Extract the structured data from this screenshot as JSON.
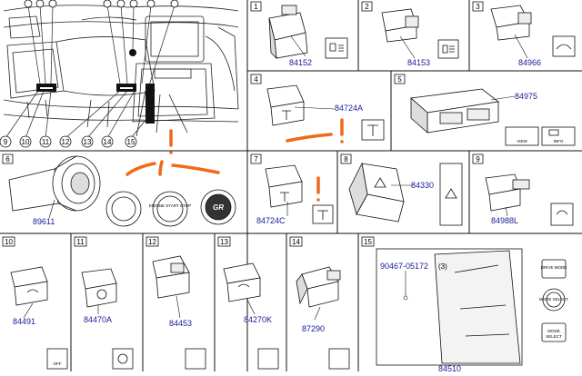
{
  "diagram": {
    "callouts": [
      {
        "id": "c1",
        "label": "1"
      },
      {
        "id": "c2",
        "label": "2"
      },
      {
        "id": "c3",
        "label": "3"
      },
      {
        "id": "c4",
        "label": "4"
      },
      {
        "id": "c5",
        "label": "5"
      },
      {
        "id": "c6",
        "label": "6"
      },
      {
        "id": "c7",
        "label": "7"
      },
      {
        "id": "c8",
        "label": "8"
      },
      {
        "id": "c9",
        "label": "9"
      },
      {
        "id": "c10",
        "label": "10"
      },
      {
        "id": "c11",
        "label": "11"
      },
      {
        "id": "c12",
        "label": "12"
      },
      {
        "id": "c13",
        "label": "13"
      },
      {
        "id": "c14",
        "label": "14"
      },
      {
        "id": "c15",
        "label": "15"
      }
    ],
    "overview_labels": [
      "9",
      "10",
      "11",
      "12",
      "13",
      "14",
      "15"
    ],
    "part_numbers": {
      "p1": "84152",
      "p2": "84153",
      "p3": "84966",
      "p4": "84724A",
      "p5": "84975",
      "p6": "89611",
      "p7": "84724C",
      "p8": "84330",
      "p9": "84988L",
      "p10": "84491",
      "p11": "84470A",
      "p12": "84453",
      "p13": "84270K",
      "p14": "87290",
      "p15a": "90467-05172",
      "p15a_qty": "(3)",
      "p15b": "84510"
    },
    "button_texts": {
      "view": "VIEW",
      "info": "INFO",
      "engine_start_stop": "ENGINE START STOP",
      "gr": "GR",
      "drive_mode": "DRIVE MODE",
      "mode_select": "MODE SELECT",
      "off": "OFF",
      "mode": "MODE",
      "select": "SELECT"
    },
    "annotation_color": "#ef6a1a",
    "line_color": "#111111",
    "part_number_color": "#1a1a9a"
  }
}
